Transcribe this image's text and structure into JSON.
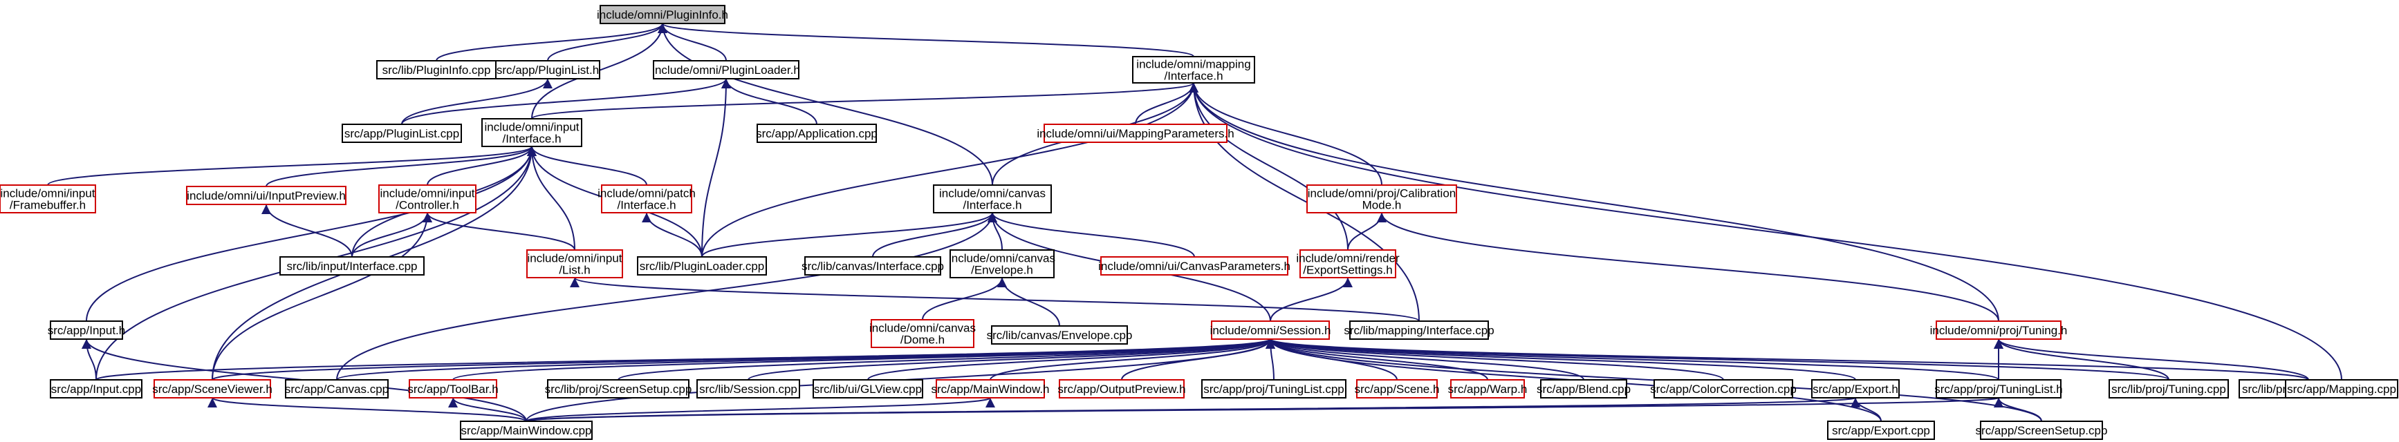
{
  "graph": {
    "type": "include-dependency-graph",
    "edge_color": "#191970",
    "node_border_colors": {
      "normal": "#000000",
      "incomplete": "#d00000"
    },
    "root_fill": "#bfbfbf",
    "nodes": [
      {
        "id": "root",
        "lines": [
          "include/omni/PluginInfo.h"
        ],
        "style": "root"
      },
      {
        "id": "n1",
        "lines": [
          "src/lib/PluginInfo.cpp"
        ],
        "style": "black"
      },
      {
        "id": "n2",
        "lines": [
          "src/app/PluginList.h"
        ],
        "style": "black"
      },
      {
        "id": "n3",
        "lines": [
          "include/omni/PluginLoader.h"
        ],
        "style": "black"
      },
      {
        "id": "n4",
        "lines": [
          "include/omni/mapping",
          "/Interface.h"
        ],
        "style": "black"
      },
      {
        "id": "n5",
        "lines": [
          "src/app/PluginList.cpp"
        ],
        "style": "black"
      },
      {
        "id": "n6",
        "lines": [
          "include/omni/input",
          "/Interface.h"
        ],
        "style": "black"
      },
      {
        "id": "n7",
        "lines": [
          "src/app/Application.cpp"
        ],
        "style": "black"
      },
      {
        "id": "n8",
        "lines": [
          "include/omni/ui/MappingParameters.h"
        ],
        "style": "red"
      },
      {
        "id": "n9",
        "lines": [
          "include/omni/input",
          "/Framebuffer.h"
        ],
        "style": "red"
      },
      {
        "id": "n10",
        "lines": [
          "include/omni/ui/InputPreview.h"
        ],
        "style": "red"
      },
      {
        "id": "n11",
        "lines": [
          "include/omni/input",
          "/Controller.h"
        ],
        "style": "red"
      },
      {
        "id": "n12",
        "lines": [
          "include/omni/patch",
          "/Interface.h"
        ],
        "style": "red"
      },
      {
        "id": "n13",
        "lines": [
          "include/omni/canvas",
          "/Interface.h"
        ],
        "style": "black"
      },
      {
        "id": "n14",
        "lines": [
          "include/omni/proj/Calibration",
          "Mode.h"
        ],
        "style": "red"
      },
      {
        "id": "n15",
        "lines": [
          "src/lib/input/Interface.cpp"
        ],
        "style": "black"
      },
      {
        "id": "n16",
        "lines": [
          "include/omni/input",
          "/List.h"
        ],
        "style": "red"
      },
      {
        "id": "n17",
        "lines": [
          "src/lib/PluginLoader.cpp"
        ],
        "style": "black"
      },
      {
        "id": "n18",
        "lines": [
          "src/lib/canvas/Interface.cpp"
        ],
        "style": "black"
      },
      {
        "id": "n19",
        "lines": [
          "include/omni/canvas",
          "/Envelope.h"
        ],
        "style": "black"
      },
      {
        "id": "n20",
        "lines": [
          "include/omni/ui/CanvasParameters.h"
        ],
        "style": "red"
      },
      {
        "id": "n21",
        "lines": [
          "include/omni/render",
          "/ExportSettings.h"
        ],
        "style": "red"
      },
      {
        "id": "n22",
        "lines": [
          "src/app/Input.h"
        ],
        "style": "black"
      },
      {
        "id": "n23",
        "lines": [
          "include/omni/canvas",
          "/Dome.h"
        ],
        "style": "red"
      },
      {
        "id": "n24",
        "lines": [
          "src/lib/canvas/Envelope.cpp"
        ],
        "style": "black"
      },
      {
        "id": "n25",
        "lines": [
          "include/omni/Session.h"
        ],
        "style": "red"
      },
      {
        "id": "n26",
        "lines": [
          "src/lib/mapping/Interface.cpp"
        ],
        "style": "black"
      },
      {
        "id": "n27",
        "lines": [
          "include/omni/proj/Tuning.h"
        ],
        "style": "red"
      },
      {
        "id": "n28",
        "lines": [
          "src/app/Input.cpp"
        ],
        "style": "black"
      },
      {
        "id": "n29",
        "lines": [
          "src/app/SceneViewer.h"
        ],
        "style": "red"
      },
      {
        "id": "n30",
        "lines": [
          "src/app/Canvas.cpp"
        ],
        "style": "black"
      },
      {
        "id": "n31",
        "lines": [
          "src/app/ToolBar.h"
        ],
        "style": "red"
      },
      {
        "id": "n32",
        "lines": [
          "src/lib/proj/ScreenSetup.cpp"
        ],
        "style": "black"
      },
      {
        "id": "n33",
        "lines": [
          "src/lib/Session.cpp"
        ],
        "style": "black"
      },
      {
        "id": "n34",
        "lines": [
          "src/lib/ui/GLView.cpp"
        ],
        "style": "black"
      },
      {
        "id": "n35",
        "lines": [
          "src/app/MainWindow.h"
        ],
        "style": "red"
      },
      {
        "id": "n36",
        "lines": [
          "src/app/OutputPreview.h"
        ],
        "style": "red"
      },
      {
        "id": "n37",
        "lines": [
          "src/app/proj/TuningList.cpp"
        ],
        "style": "black"
      },
      {
        "id": "n38",
        "lines": [
          "src/app/Scene.h"
        ],
        "style": "red"
      },
      {
        "id": "n39",
        "lines": [
          "src/app/Warp.h"
        ],
        "style": "red"
      },
      {
        "id": "n40",
        "lines": [
          "src/app/Blend.cpp"
        ],
        "style": "black"
      },
      {
        "id": "n41",
        "lines": [
          "src/app/ColorCorrection.cpp"
        ],
        "style": "black"
      },
      {
        "id": "n42",
        "lines": [
          "src/app/Export.h"
        ],
        "style": "black"
      },
      {
        "id": "n43",
        "lines": [
          "src/app/proj/TuningList.h"
        ],
        "style": "black"
      },
      {
        "id": "n44",
        "lines": [
          "src/lib/proj/Tuning.cpp"
        ],
        "style": "black"
      },
      {
        "id": "n45",
        "lines": [
          "src/lib/proj/TuningList.cpp"
        ],
        "style": "black"
      },
      {
        "id": "n46",
        "lines": [
          "src/app/Mapping.cpp"
        ],
        "style": "black"
      },
      {
        "id": "n47",
        "lines": [
          "src/app/MainWindow.cpp"
        ],
        "style": "black"
      },
      {
        "id": "n48",
        "lines": [
          "src/app/Export.cpp"
        ],
        "style": "black"
      },
      {
        "id": "n49",
        "lines": [
          "src/app/ScreenSetup.cpp"
        ],
        "style": "black"
      }
    ],
    "edges": [
      [
        "root",
        "n1"
      ],
      [
        "root",
        "n2"
      ],
      [
        "root",
        "n3"
      ],
      [
        "root",
        "n4"
      ],
      [
        "root",
        "n6"
      ],
      [
        "root",
        "n13"
      ],
      [
        "n2",
        "n5"
      ],
      [
        "n3",
        "n5"
      ],
      [
        "n3",
        "n7"
      ],
      [
        "n3",
        "n17"
      ],
      [
        "n4",
        "n6"
      ],
      [
        "n4",
        "n8"
      ],
      [
        "n4",
        "n13"
      ],
      [
        "n4",
        "n14"
      ],
      [
        "n4",
        "n21"
      ],
      [
        "n4",
        "n17"
      ],
      [
        "n4",
        "n26"
      ],
      [
        "n4",
        "n27"
      ],
      [
        "n4",
        "n46"
      ],
      [
        "n6",
        "n9"
      ],
      [
        "n6",
        "n10"
      ],
      [
        "n6",
        "n11"
      ],
      [
        "n6",
        "n12"
      ],
      [
        "n6",
        "n15"
      ],
      [
        "n6",
        "n16"
      ],
      [
        "n6",
        "n17"
      ],
      [
        "n6",
        "n22"
      ],
      [
        "n6",
        "n28"
      ],
      [
        "n6",
        "n29"
      ],
      [
        "n10",
        "n15"
      ],
      [
        "n11",
        "n15"
      ],
      [
        "n11",
        "n16"
      ],
      [
        "n11",
        "n29"
      ],
      [
        "n12",
        "n17"
      ],
      [
        "n13",
        "n17"
      ],
      [
        "n13",
        "n18"
      ],
      [
        "n13",
        "n19"
      ],
      [
        "n13",
        "n20"
      ],
      [
        "n13",
        "n25"
      ],
      [
        "n13",
        "n30"
      ],
      [
        "n14",
        "n21"
      ],
      [
        "n14",
        "n27"
      ],
      [
        "n16",
        "n26"
      ],
      [
        "n19",
        "n23"
      ],
      [
        "n19",
        "n24"
      ],
      [
        "n21",
        "n25"
      ],
      [
        "n22",
        "n28"
      ],
      [
        "n22",
        "n47"
      ],
      [
        "n25",
        "n28"
      ],
      [
        "n25",
        "n29"
      ],
      [
        "n25",
        "n30"
      ],
      [
        "n25",
        "n31"
      ],
      [
        "n25",
        "n32"
      ],
      [
        "n25",
        "n33"
      ],
      [
        "n25",
        "n34"
      ],
      [
        "n25",
        "n35"
      ],
      [
        "n25",
        "n36"
      ],
      [
        "n25",
        "n37"
      ],
      [
        "n25",
        "n38"
      ],
      [
        "n25",
        "n39"
      ],
      [
        "n25",
        "n40"
      ],
      [
        "n25",
        "n41"
      ],
      [
        "n25",
        "n42"
      ],
      [
        "n25",
        "n43"
      ],
      [
        "n25",
        "n44"
      ],
      [
        "n25",
        "n45"
      ],
      [
        "n25",
        "n47"
      ],
      [
        "n25",
        "n48"
      ],
      [
        "n25",
        "n49"
      ],
      [
        "n27",
        "n43"
      ],
      [
        "n27",
        "n44"
      ],
      [
        "n27",
        "n45"
      ],
      [
        "n29",
        "n47"
      ],
      [
        "n31",
        "n47"
      ],
      [
        "n35",
        "n47"
      ],
      [
        "n42",
        "n47"
      ],
      [
        "n42",
        "n48"
      ],
      [
        "n43",
        "n47"
      ],
      [
        "n43",
        "n49"
      ]
    ]
  }
}
